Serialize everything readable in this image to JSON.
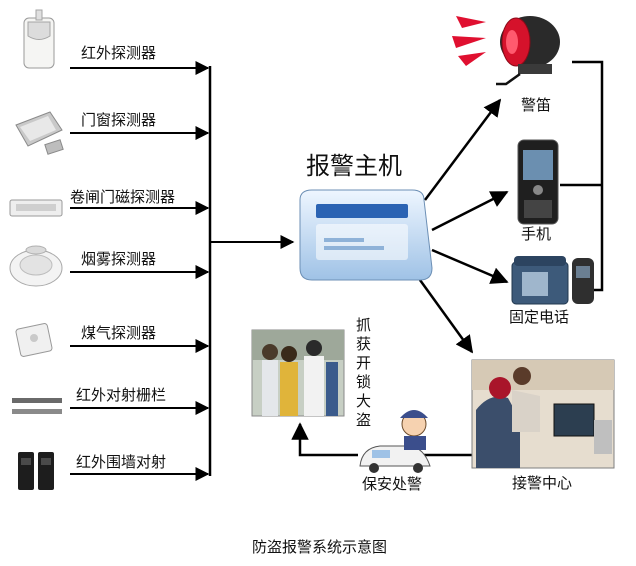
{
  "title": "防盗报警系统示意图",
  "host": "报警主机",
  "sensors": [
    {
      "label": "红外探测器",
      "icon": "pir-sensor-icon"
    },
    {
      "label": "门窗探测器",
      "icon": "door-window-sensor-icon"
    },
    {
      "label": "卷闸门磁探测器",
      "icon": "rolling-door-magnetic-sensor-icon"
    },
    {
      "label": "烟雾探测器",
      "icon": "smoke-detector-icon"
    },
    {
      "label": "煤气探测器",
      "icon": "gas-detector-icon"
    },
    {
      "label": "红外对射栅栏",
      "icon": "infrared-beam-fence-icon"
    },
    {
      "label": "红外围墙对射",
      "icon": "infrared-wall-beam-icon"
    }
  ],
  "outputs": {
    "siren": "警笛",
    "mobile": "手机",
    "landline": "固定电话",
    "center": "接警中心",
    "guard": "保安处警",
    "arrest": "抓获开锁大盗"
  },
  "colors": {
    "line": "#000000",
    "panel": "#cfe3f5",
    "panel_band": "#2b63b3",
    "siren_red": "#d5122b"
  }
}
